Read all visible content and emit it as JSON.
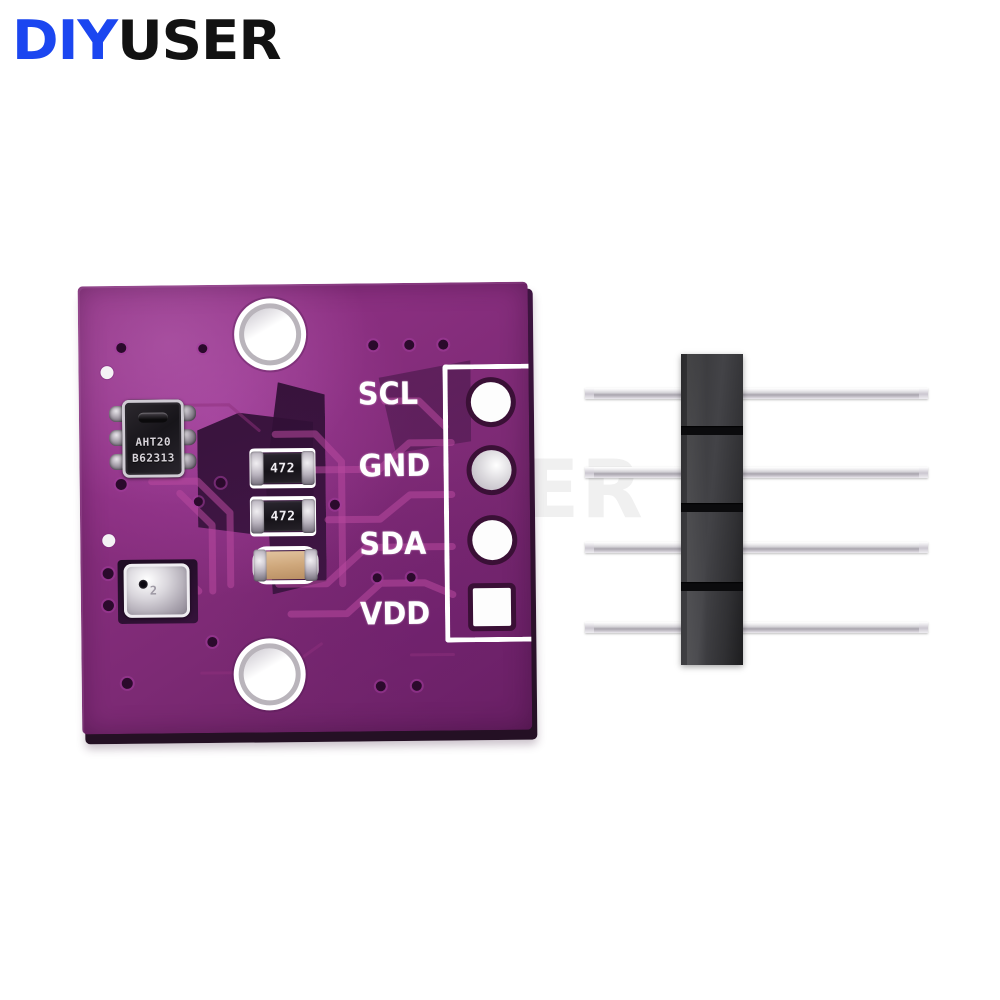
{
  "brand": {
    "part_a": "DIY",
    "part_b": "USER",
    "color_a": "#1b46f0",
    "color_b": "#121212"
  },
  "watermark": {
    "text": "USER"
  },
  "product": {
    "board_color": "#8a2f80",
    "silkscreen_color": "#ffffff",
    "pin_labels": [
      {
        "name": "SCL",
        "pad": "round"
      },
      {
        "name": "GND",
        "pad": "round-tinned"
      },
      {
        "name": "SDA",
        "pad": "round"
      },
      {
        "name": "VDD",
        "pad": "square"
      }
    ],
    "components": {
      "humidity_sensor": {
        "line1": "AHT20",
        "line2": "B62313"
      },
      "pressure_sensor": {
        "marking": "2"
      },
      "resistors": [
        {
          "code": "472"
        },
        {
          "code": "472"
        }
      ],
      "capacitor": {
        "code": ""
      }
    },
    "header": {
      "pin_count": 4,
      "body_color": "#3a3a3d",
      "pin_color": "#d7d5da"
    }
  }
}
